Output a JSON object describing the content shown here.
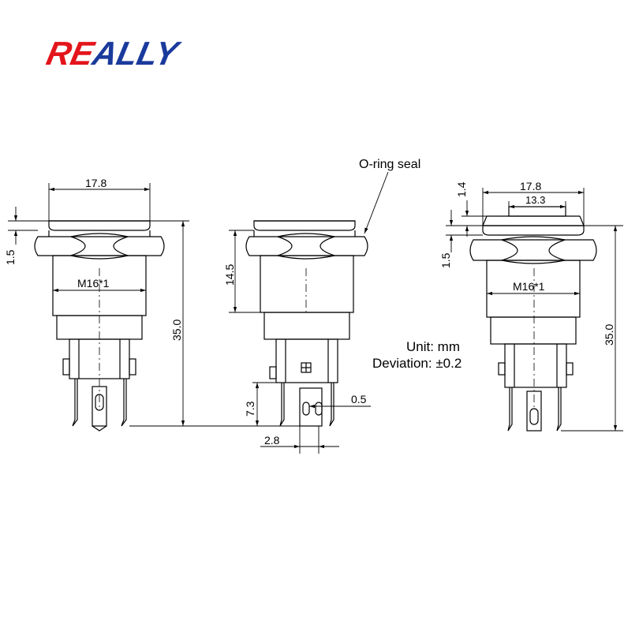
{
  "brand": {
    "name": "REALLY",
    "color_red": "#e3141b",
    "color_blue": "#1a3a9c"
  },
  "labels": {
    "oring": "O-ring seal",
    "unit": "Unit: mm",
    "deviation": "Deviation: ±0.2",
    "thread": "M16*1"
  },
  "dims": {
    "head_width": "17.8",
    "head_height": "1.5",
    "total_length": "35.0",
    "body_height": "14.5",
    "pin_length": "7.3",
    "pin_thickness": "0.5",
    "pin_pitch": "2.8",
    "cap_height": "1.4",
    "cap_width": "13.3"
  }
}
